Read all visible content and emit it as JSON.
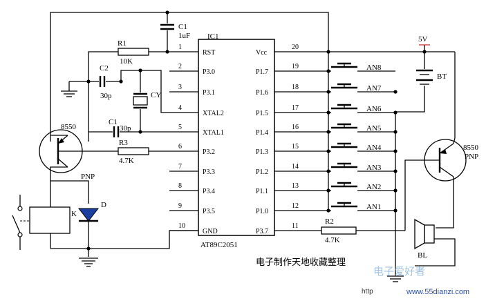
{
  "ic": {
    "ref": "IC1",
    "part": "AT89C2051",
    "left_pins": [
      {
        "num": "1",
        "name": "RST"
      },
      {
        "num": "2",
        "name": "P3.0"
      },
      {
        "num": "3",
        "name": "P3.1"
      },
      {
        "num": "4",
        "name": "XTAL2"
      },
      {
        "num": "5",
        "name": "XTAL1"
      },
      {
        "num": "6",
        "name": "P3.2"
      },
      {
        "num": "7",
        "name": "P3.3"
      },
      {
        "num": "8",
        "name": "P3.4"
      },
      {
        "num": "9",
        "name": "P3.5"
      },
      {
        "num": "10",
        "name": "GND"
      }
    ],
    "right_pins": [
      {
        "num": "20",
        "name": "Vcc"
      },
      {
        "num": "19",
        "name": "P1.7"
      },
      {
        "num": "18",
        "name": "P1.6"
      },
      {
        "num": "17",
        "name": "P1.5"
      },
      {
        "num": "16",
        "name": "P1.4"
      },
      {
        "num": "15",
        "name": "P1.3"
      },
      {
        "num": "14",
        "name": "P1.2"
      },
      {
        "num": "13",
        "name": "P1.1"
      },
      {
        "num": "12",
        "name": "P1.0"
      },
      {
        "num": "11",
        "name": "P3.7"
      }
    ]
  },
  "buttons": [
    "AN8",
    "AN7",
    "AN6",
    "AN5",
    "AN4",
    "AN3",
    "AN2",
    "AN1"
  ],
  "components": {
    "c1_top_ref": "C1",
    "c1_top_val": "1uF",
    "r1_ref": "R1",
    "r1_val": "10K",
    "c2_ref": "C2",
    "c2_val": "30p",
    "c1_low_ref": "C1",
    "c1_low_val": "30p",
    "cy_ref": "CY",
    "r3_ref": "R3",
    "r3_val": "4.7K",
    "r2_ref": "R2",
    "r2_val": "4.7K",
    "q_left_val": "8550",
    "q_right_val": "8550",
    "q_right_type": "PNP",
    "relay_ref": "K",
    "diode_type": "PNP",
    "diode_ref": "D",
    "battery_ref": "BT",
    "supply": "5V",
    "speaker_ref": "BL"
  },
  "caption": "电子制作天地收藏整理",
  "watermark": {
    "cn": "电子爱好者",
    "url": "www.55dianzi.com",
    "http": "http"
  }
}
